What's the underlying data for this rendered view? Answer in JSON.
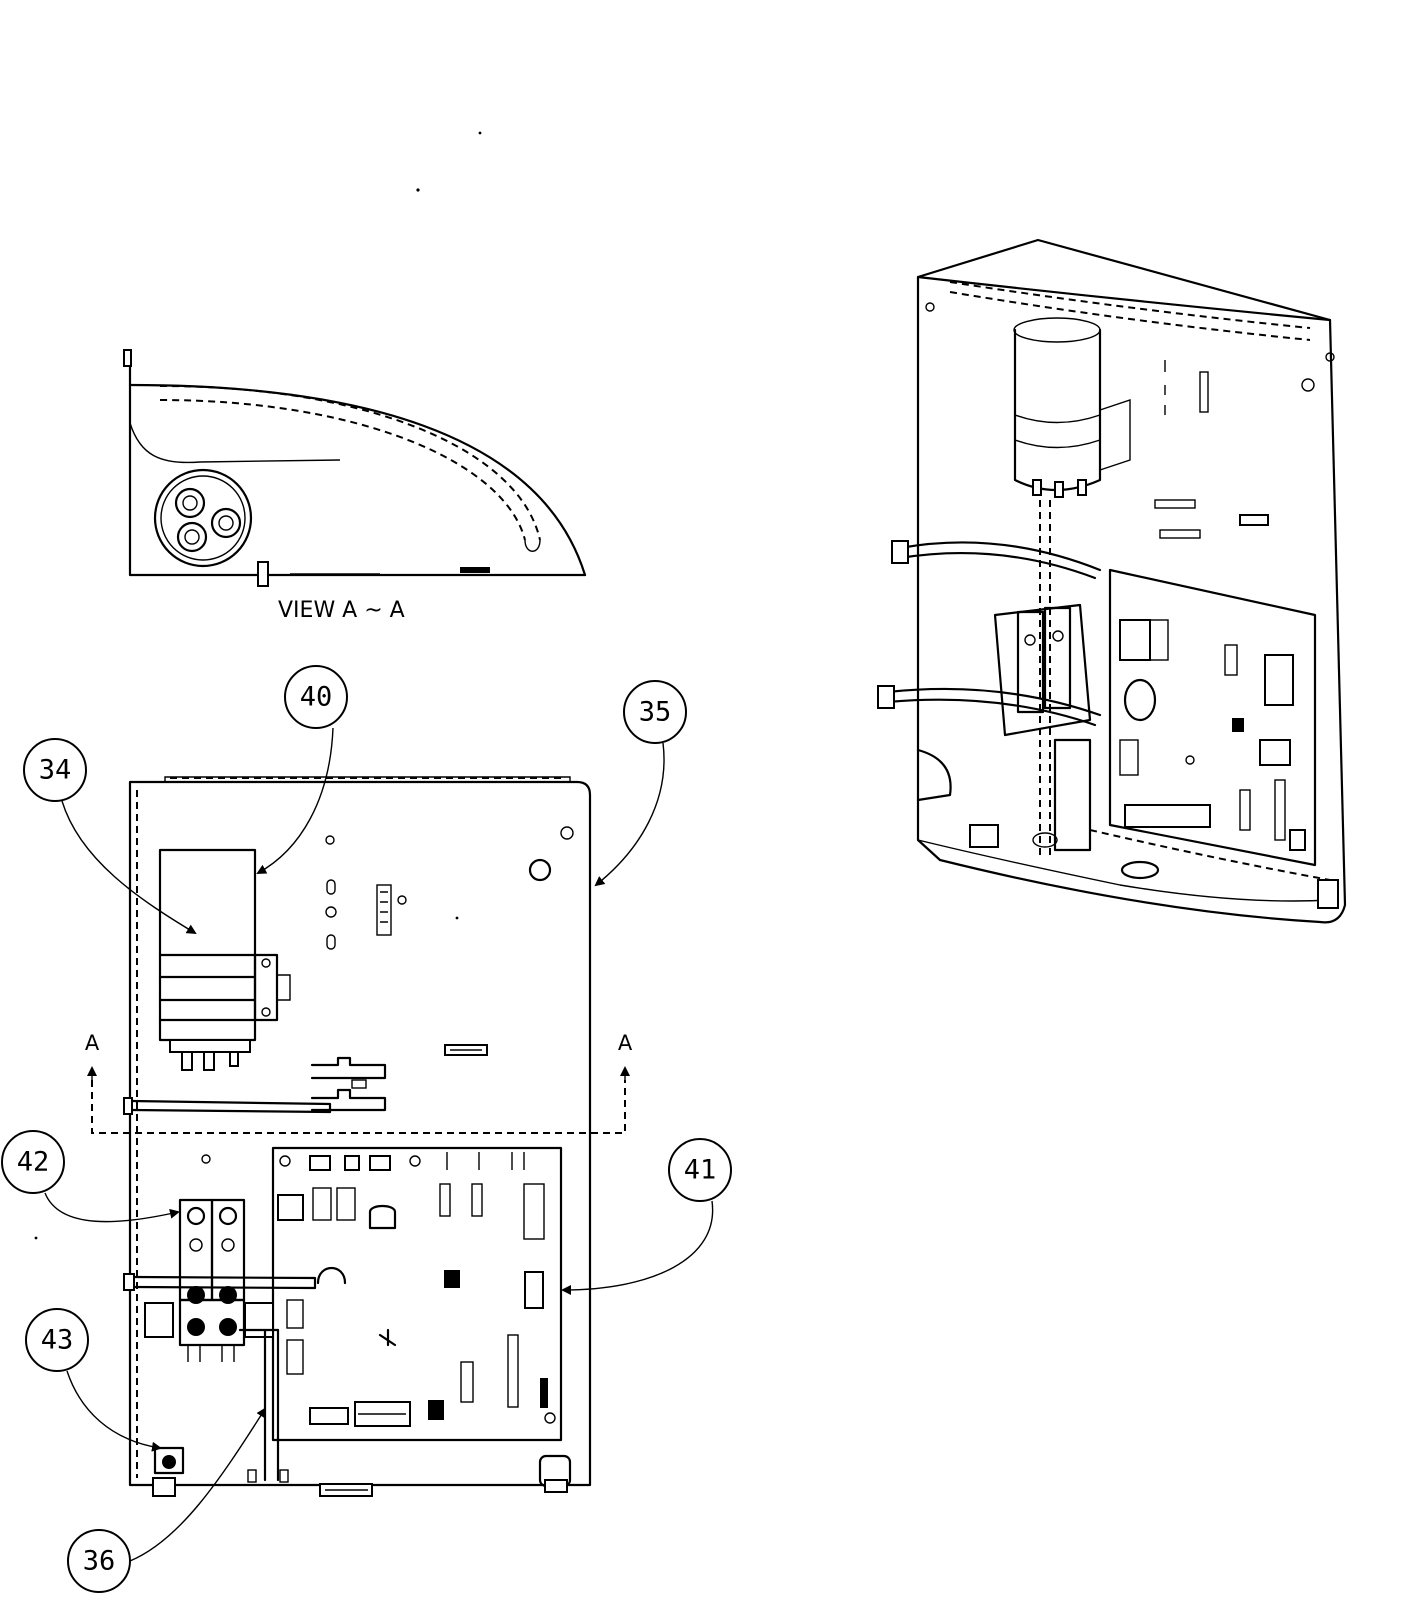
{
  "view_label": "VIEW  A ~ A",
  "section_marks": {
    "left": "A",
    "right": "A"
  },
  "callouts": [
    {
      "id": "c34",
      "number": "34"
    },
    {
      "id": "c35",
      "number": "35"
    },
    {
      "id": "c36",
      "number": "36"
    },
    {
      "id": "c40",
      "number": "40"
    },
    {
      "id": "c41",
      "number": "41"
    },
    {
      "id": "c42",
      "number": "42"
    },
    {
      "id": "c43",
      "number": "43"
    }
  ]
}
